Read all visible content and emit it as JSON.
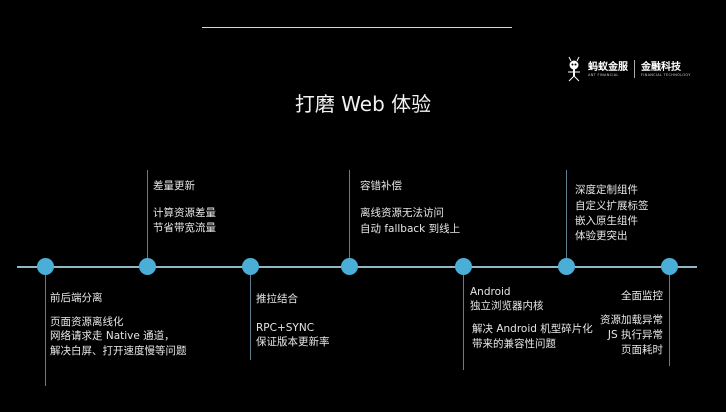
{
  "title": "打磨 Web 体验",
  "logo": {
    "brand_cn": "蚂蚁金服",
    "brand_en": "ANT FINANCIAL",
    "tag_cn": "金融科技",
    "tag_en": "FINANCIAL TECHNOLOGY"
  },
  "colors": {
    "background": "#000000",
    "accent": "#4aaed6"
  },
  "milestones": [
    {
      "heading": "前后端分离",
      "lines": [
        "页面资源离线化",
        "网络请求走 Native 通道，",
        "解决白屏、打开速度慢等问题"
      ]
    },
    {
      "heading": "差量更新",
      "lines": [
        "计算资源差量",
        "节省带宽流量"
      ]
    },
    {
      "heading": "推拉结合",
      "lines": [
        "RPC+SYNC",
        "保证版本更新率"
      ]
    },
    {
      "heading": "容错补偿",
      "lines": [
        "离线资源无法访问",
        "自动 fallback 到线上"
      ]
    },
    {
      "heading": [
        "Android",
        "独立浏览器内核"
      ],
      "lines": [
        "解决 Android 机型碎片化",
        "带来的兼容性问题"
      ]
    },
    {
      "heading": "深度定制组件",
      "lines": [
        "自定义扩展标签",
        "嵌入原生组件",
        "体验更突出"
      ]
    },
    {
      "heading": "全面监控",
      "lines": [
        "资源加载异常",
        "JS 执行异常",
        "页面耗时"
      ]
    }
  ]
}
